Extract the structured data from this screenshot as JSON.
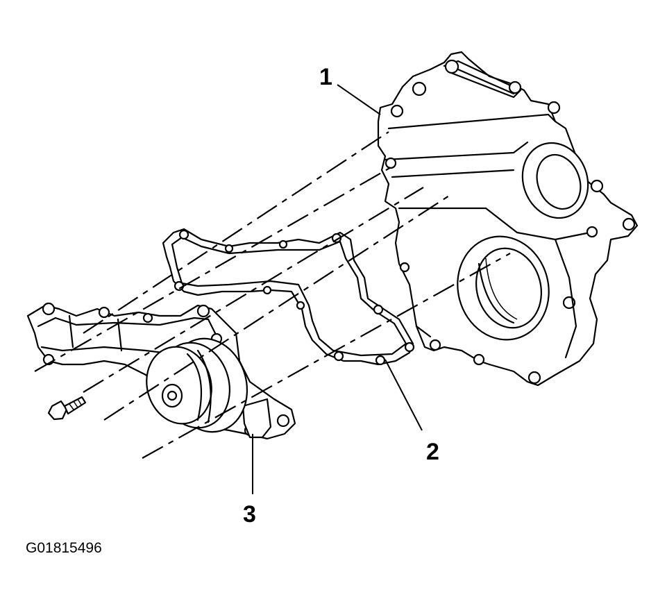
{
  "figure_id": "G01815496",
  "callouts": [
    {
      "label": "1",
      "part": "engine-front-cover"
    },
    {
      "label": "2",
      "part": "water-pump-gasket"
    },
    {
      "label": "3",
      "part": "water-pump"
    }
  ]
}
